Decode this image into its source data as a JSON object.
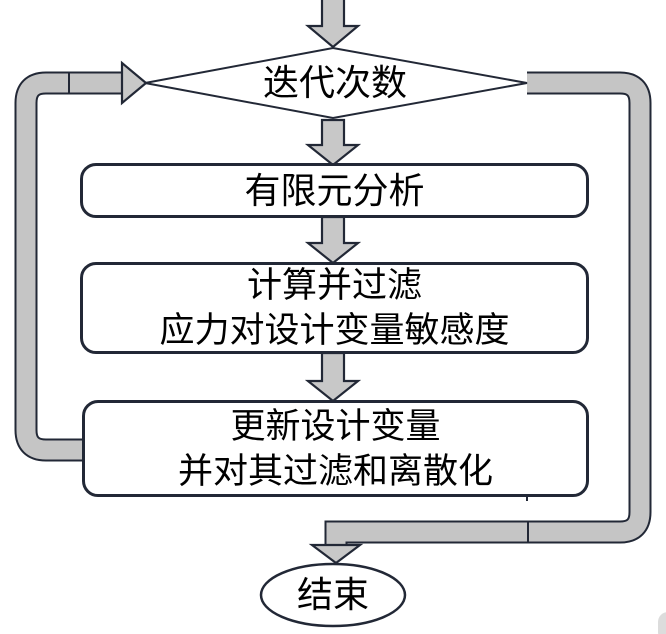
{
  "flowchart": {
    "title_hint": "topology-optimization-iteration-loop",
    "colors": {
      "background": "#ffffff",
      "pipe_fill": "#c5c5c5",
      "arrow_fill": "#c8c8c8",
      "outline": "#222836",
      "node_fill": "#ffffff",
      "text": "#000000",
      "watermark_fragment": "#dcdcdc"
    },
    "nodes": {
      "decision": {
        "shape": "diamond",
        "label": "迭代次数"
      },
      "fea": {
        "shape": "rounded-rect",
        "label": "有限元分析"
      },
      "sensitivity": {
        "shape": "rounded-rect",
        "lines": [
          "计算并过滤",
          "应力对设计变量敏感度"
        ]
      },
      "update": {
        "shape": "rounded-rect",
        "lines": [
          "更新设计变量",
          "并对其过滤和离散化"
        ]
      },
      "end": {
        "shape": "ellipse",
        "label": "结束"
      }
    },
    "edges": [
      "start(top, off-screen) → 迭代次数",
      "迭代次数 → 有限元分析",
      "有限元分析 → 计算并过滤应力对设计变量敏感度",
      "计算并过滤应力对设计变量敏感度 → 更新设计变量并对其过滤和离散化",
      "更新设计变量并对其过滤和离散化 → 迭代次数 (loop back, left side)",
      "迭代次数 → 结束 (exit, right side)"
    ]
  }
}
